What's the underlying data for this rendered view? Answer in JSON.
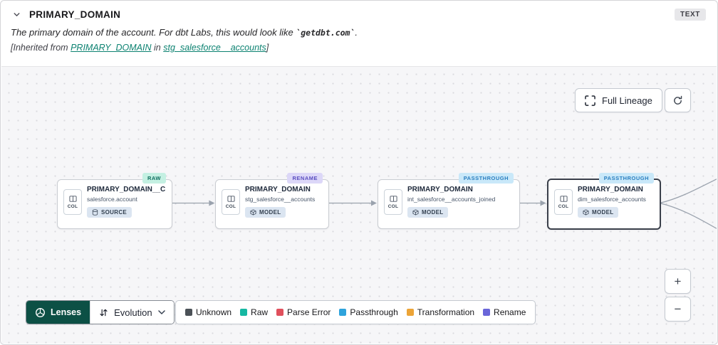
{
  "header": {
    "title": "PRIMARY_DOMAIN",
    "type_badge": "TEXT",
    "description": {
      "prefix": "The primary domain of the account. For dbt Labs, this would look like ",
      "code": "`getdbt.com`",
      "suffix": "."
    },
    "inherited": {
      "prefix": "[Inherited from ",
      "column_link": "PRIMARY_DOMAIN",
      "middle": " in ",
      "model_link": "stg_salesforce__accounts",
      "suffix": "]"
    }
  },
  "canvas": {
    "full_lineage_button": "Full Lineage",
    "zoom_in": "+",
    "zoom_out": "−",
    "nodes": [
      {
        "badge": "RAW",
        "badge_bg": "#c4f0e2",
        "badge_fg": "#0f6e5f",
        "chip": "COL",
        "title": "PRIMARY_DOMAIN__C",
        "subtitle": "salesforce.account",
        "type": "SOURCE"
      },
      {
        "badge": "RENAME",
        "badge_bg": "#dcd7f8",
        "badge_fg": "#5b4fc0",
        "chip": "COL",
        "title": "PRIMARY_DOMAIN",
        "subtitle": "stg_salesforce__accounts",
        "type": "MODEL"
      },
      {
        "badge": "PASSTHROUGH",
        "badge_bg": "#c9e8f9",
        "badge_fg": "#2a7fc0",
        "chip": "COL",
        "title": "PRIMARY_DOMAIN",
        "subtitle": "int_salesforce__accounts_joined",
        "type": "MODEL"
      },
      {
        "badge": "PASSTHROUGH",
        "badge_bg": "#c9e8f9",
        "badge_fg": "#2a7fc0",
        "chip": "COL",
        "title": "PRIMARY_DOMAIN",
        "subtitle": "dim_salesforce_accounts",
        "type": "MODEL",
        "selected": true
      }
    ]
  },
  "toolbar": {
    "lenses_label": "Lenses",
    "lens_selected": "Evolution"
  },
  "legend": {
    "items": [
      {
        "label": "Unknown",
        "color": "#4b5157"
      },
      {
        "label": "Raw",
        "color": "#16b8a2"
      },
      {
        "label": "Parse Error",
        "color": "#e0505c"
      },
      {
        "label": "Passthrough",
        "color": "#2ea3dc"
      },
      {
        "label": "Transformation",
        "color": "#eca437"
      },
      {
        "label": "Rename",
        "color": "#6a66d9"
      }
    ]
  },
  "colors": {
    "link_teal": "#0c8271",
    "lenses_button_bg": "#0c5045",
    "edge_gray": "#9aa2ad",
    "canvas_bg": "#f6f6f8"
  }
}
